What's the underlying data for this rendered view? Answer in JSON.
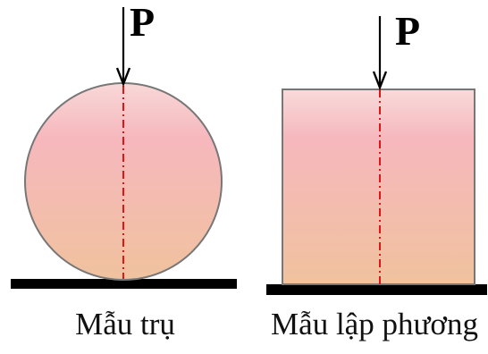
{
  "figure": {
    "left_specimen": {
      "load_label": "P",
      "caption": "Mẫu trụ"
    },
    "right_specimen": {
      "load_label": "P",
      "caption": "Mẫu lập phương"
    }
  },
  "colors": {
    "specimen_top": "#f6b8bd",
    "specimen_bottom": "#f0c29e",
    "outline": "#666666",
    "axis_line": "#e01515",
    "support": "#000000",
    "arrow": "#000000"
  }
}
